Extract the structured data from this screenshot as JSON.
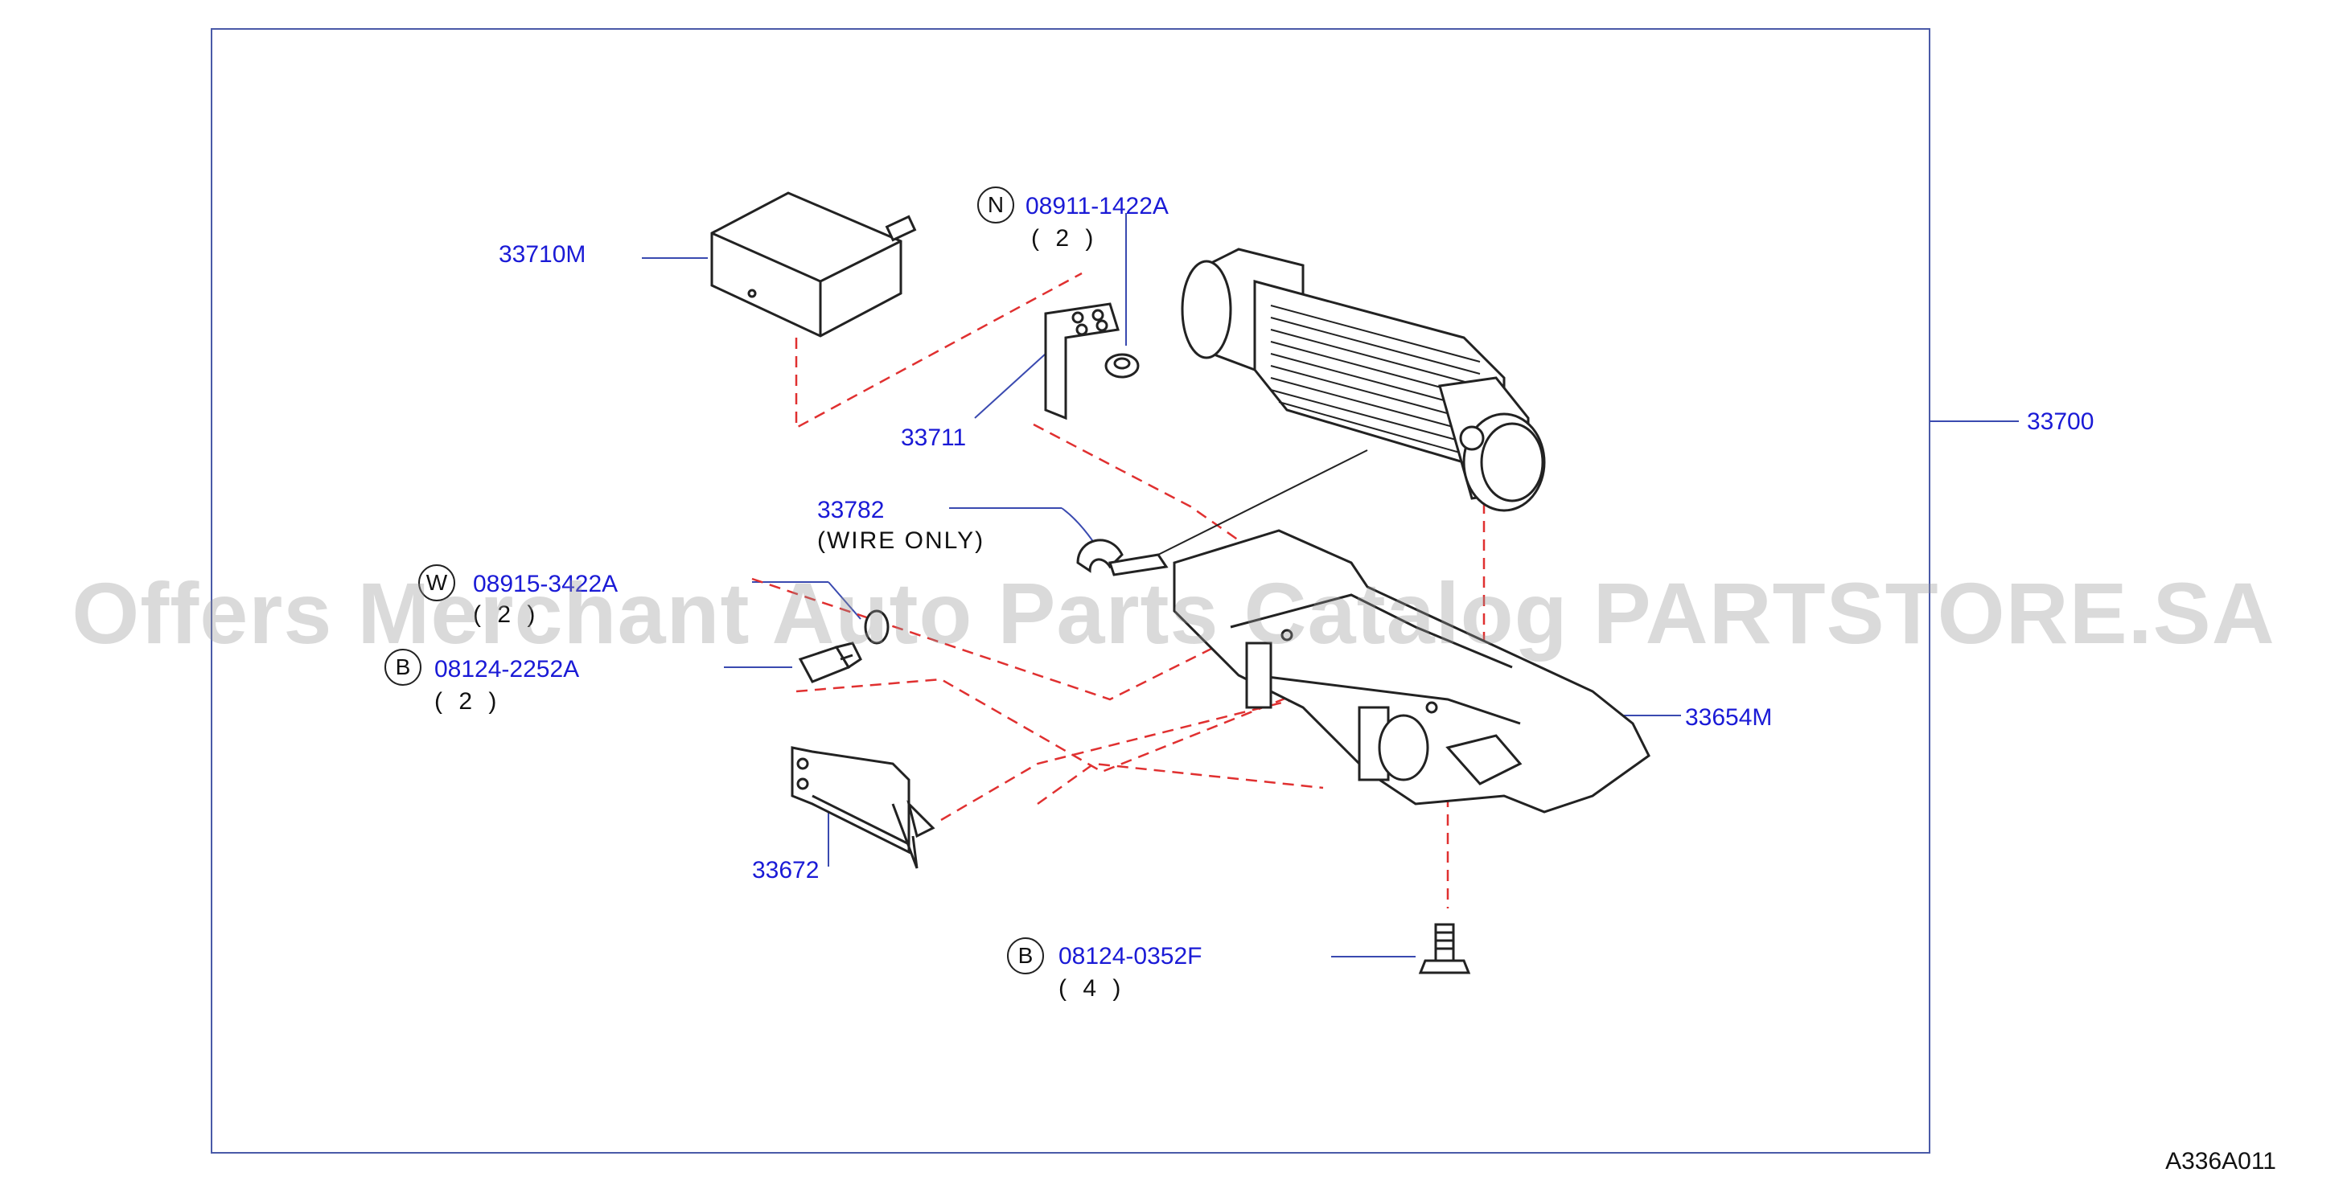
{
  "callouts": {
    "p33710M": "33710M",
    "p08911": "08911-1422A",
    "p08911_qty": "( 2 )",
    "p33711": "33711",
    "p33700": "33700",
    "p33782": "33782",
    "p33782_note": "(WIRE  ONLY)",
    "p08915": "08915-3422A",
    "p08915_qty": "( 2 )",
    "p08124_2252": "08124-2252A",
    "p08124_2252_qty": "( 2 )",
    "p33654M": "33654M",
    "p33672": "33672",
    "p08124_0352": "08124-0352F",
    "p08124_0352_qty": "( 4 )"
  },
  "markers": {
    "n": "N",
    "w": "W",
    "b1": "B",
    "b2": "B"
  },
  "watermark": "Offers Merchant Auto Parts Catalog PARTSTORE.SA",
  "figure_code": "A336A011",
  "colors": {
    "label": "#1a1ad6",
    "frame": "#4a5aa8",
    "dashed": "#e03030",
    "drawing": "#222222"
  }
}
